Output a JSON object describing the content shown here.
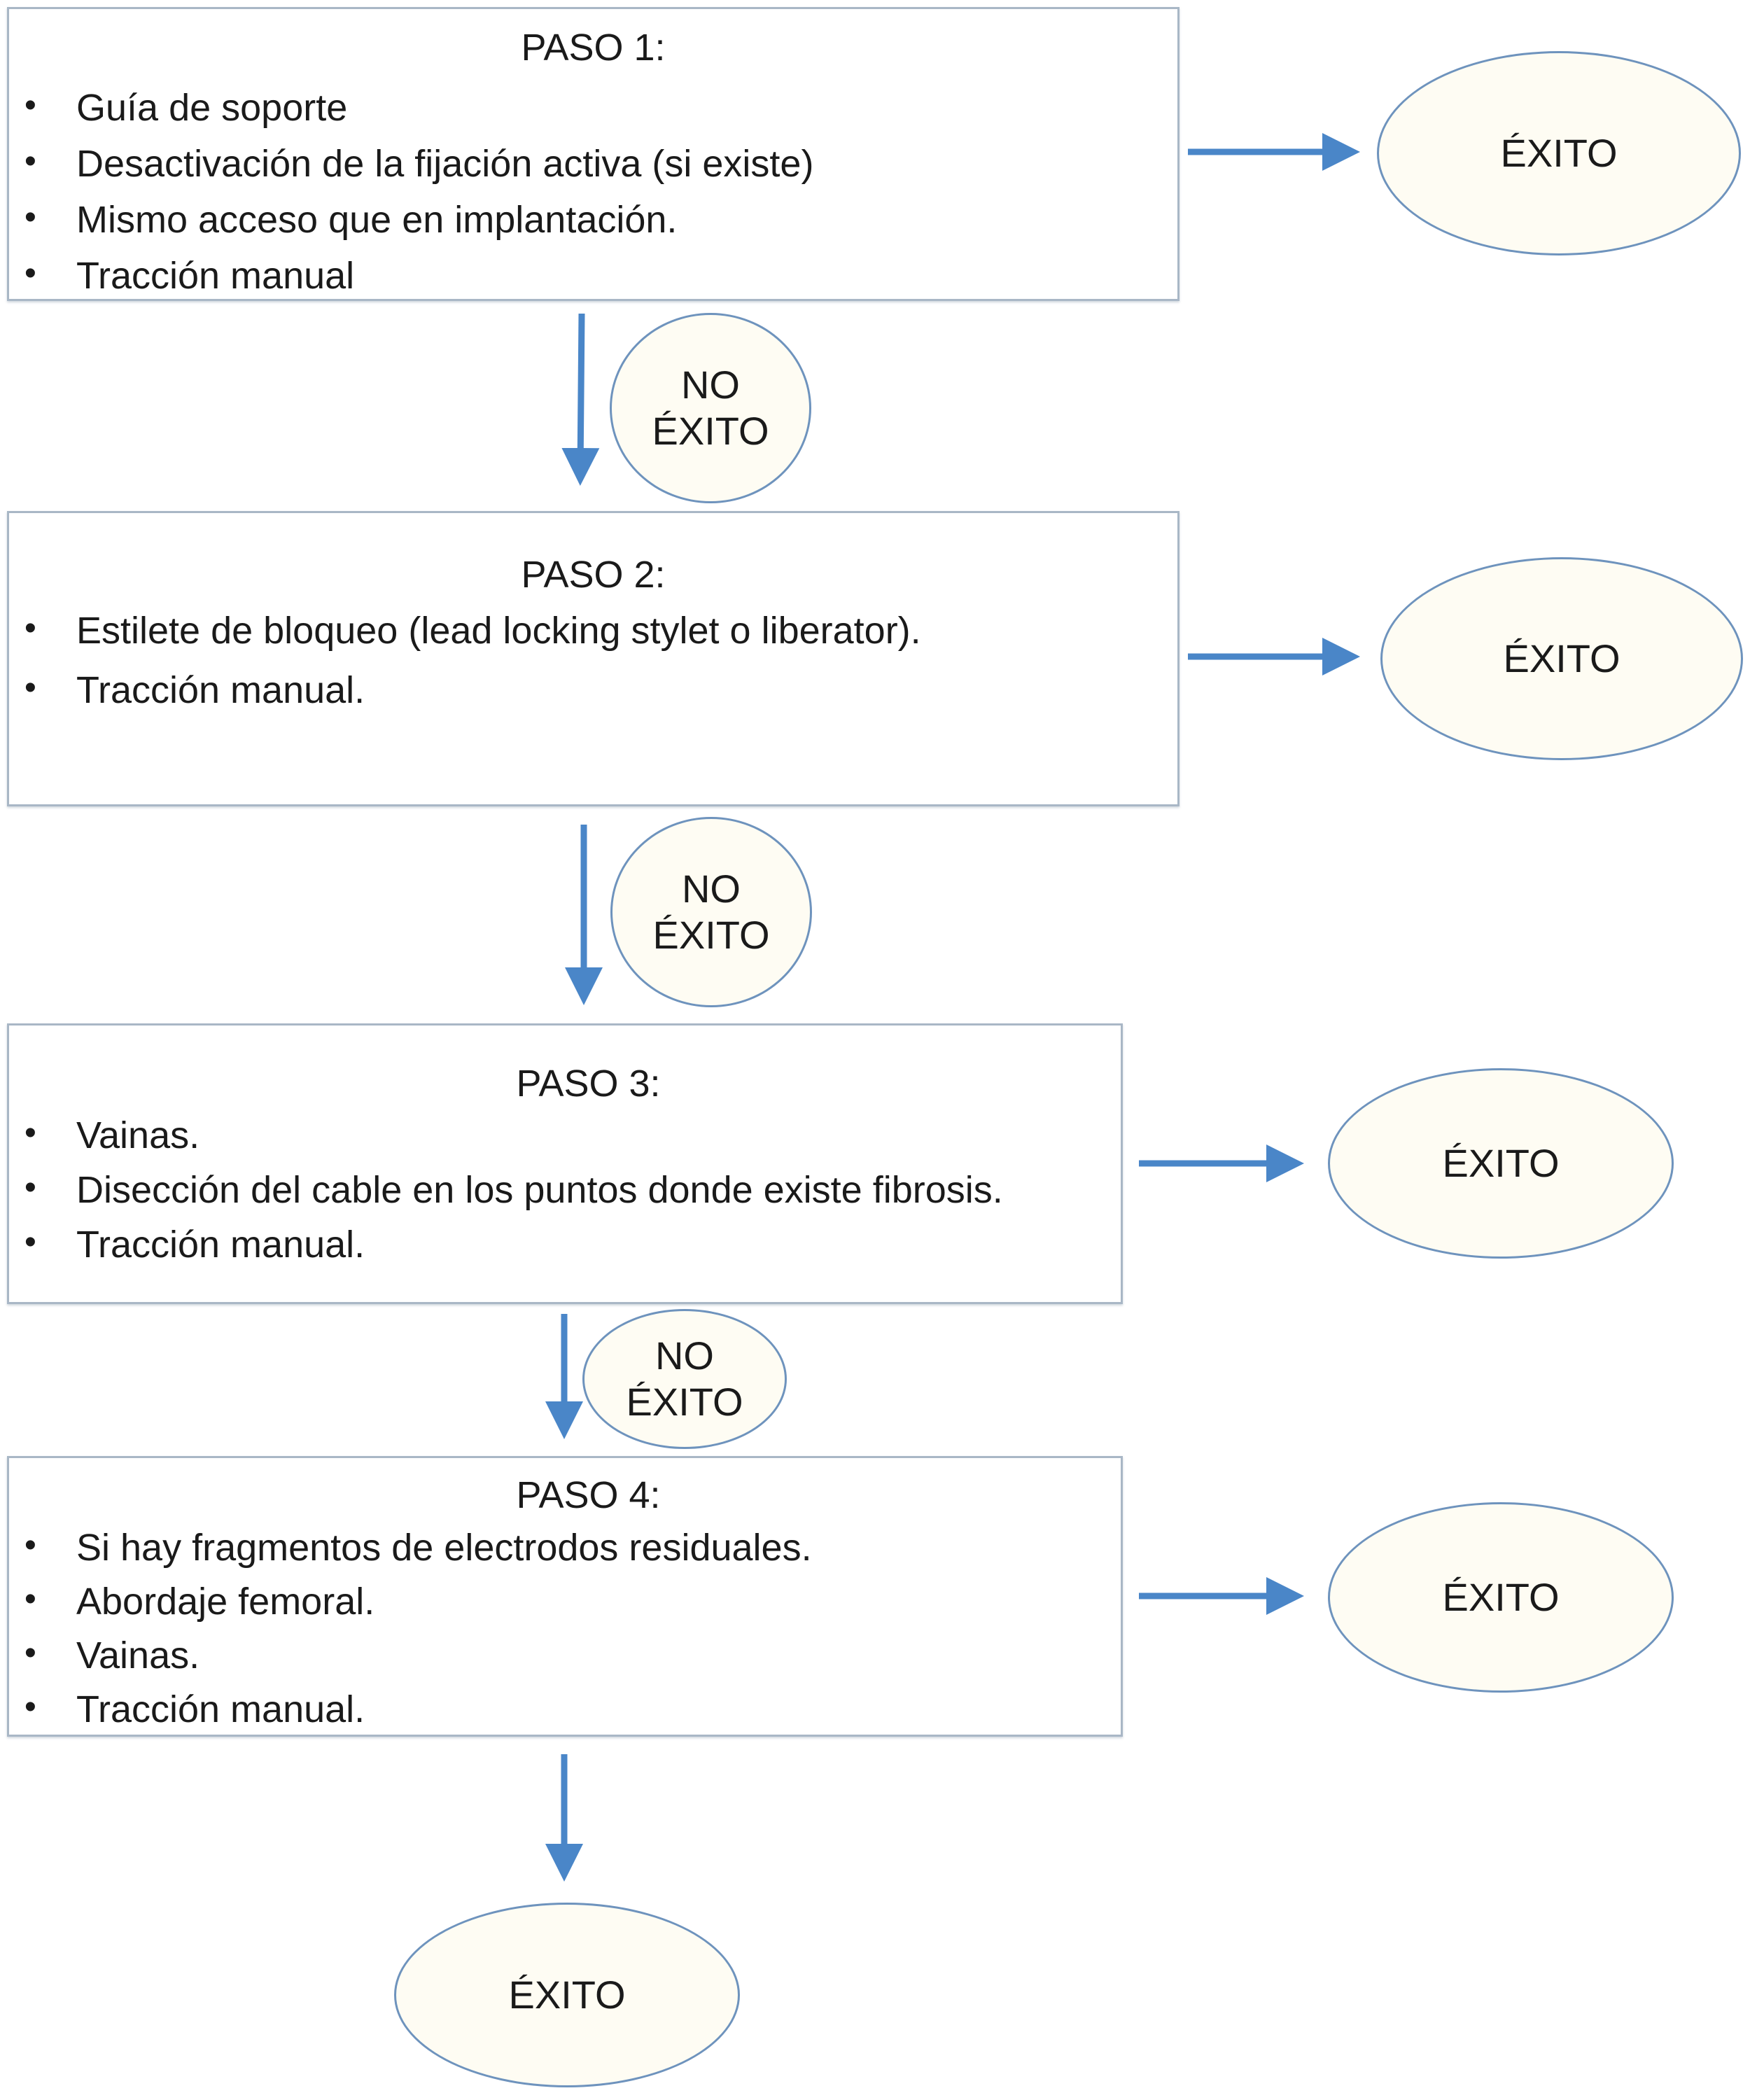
{
  "steps": [
    {
      "title": "PASO 1:",
      "items": [
        "Guía de soporte",
        "Desactivación de la fijación activa (si existe)",
        "Mismo acceso que en implantación.",
        "Tracción manual"
      ],
      "outcome": "ÉXITO"
    },
    {
      "title": "PASO 2:",
      "items": [
        "Estilete de bloqueo (lead locking stylet o liberator).",
        "Tracción manual."
      ],
      "outcome": "ÉXITO"
    },
    {
      "title": "PASO 3:",
      "items": [
        "Vainas.",
        "Disección del cable en los puntos donde existe fibrosis.",
        "Tracción manual."
      ],
      "outcome": "ÉXITO"
    },
    {
      "title": "PASO 4:",
      "items": [
        "Si hay fragmentos de electrodos residuales.",
        "Abordaje femoral.",
        "Vainas.",
        "Tracción manual."
      ],
      "outcome": "ÉXITO"
    }
  ],
  "failures": [
    {
      "line1": "NO",
      "line2": "ÉXITO"
    },
    {
      "line1": "NO",
      "line2": "ÉXITO"
    },
    {
      "line1": "NO",
      "line2": "ÉXITO"
    }
  ],
  "final_outcome": "ÉXITO",
  "colors": {
    "arrow": "#4a86c8",
    "ellipse_border": "#6e93bd",
    "ellipse_fill": "#fefcf3",
    "box_border": "#a9b7c6"
  }
}
